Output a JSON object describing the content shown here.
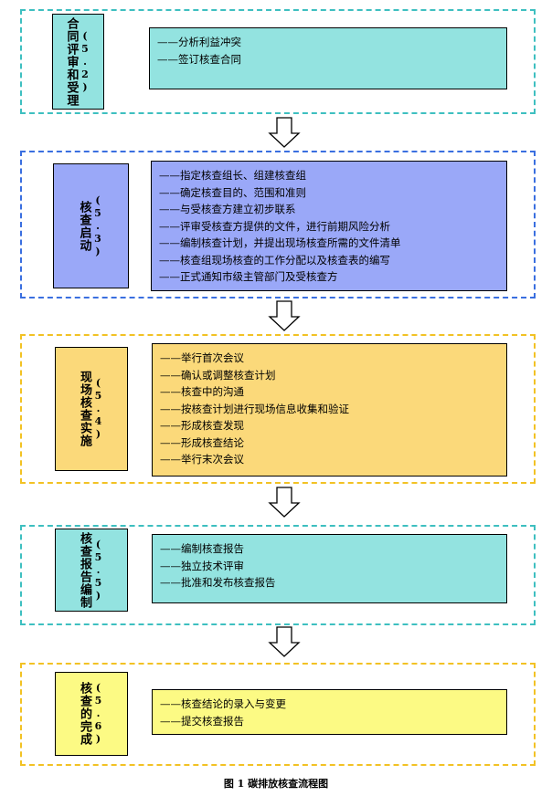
{
  "stages": [
    {
      "title": "合同评审和受理",
      "number": "(5.2)",
      "items": [
        "——分析利益冲突",
        "——签订核查合同"
      ]
    },
    {
      "title": "核查启动",
      "number": "(5.3)",
      "items": [
        "——指定核查组长、组建核查组",
        "——确定核查目的、范围和准则",
        "——与受核查方建立初步联系",
        "——评审受核查方提供的文件，进行前期风险分析",
        "——编制核查计划，并提出现场核查所需的文件清单",
        "——核查组现场核查的工作分配以及核查表的编写",
        "——正式通知市级主管部门及受核查方"
      ]
    },
    {
      "title": "现场核查实施",
      "number": "(5.4)",
      "items": [
        "——举行首次会议",
        "——确认或调整核查计划",
        "——核查中的沟通",
        "——按核查计划进行现场信息收集和验证",
        "——形成核查发现",
        "——形成核查结论",
        "——举行末次会议"
      ]
    },
    {
      "title": "核查报告编制",
      "number": "(5.5)",
      "items": [
        "——编制核查报告",
        "——独立技术评审",
        "——批准和发布核查报告"
      ]
    },
    {
      "title": "核查的完成",
      "number": "(5.6)",
      "items": [
        "——核查结论的录入与变更",
        "——提交核查报告"
      ]
    }
  ],
  "caption": "图 1  碳排放核查流程图",
  "colors": {
    "teal": "#93e3e0",
    "blue": "#9aa8f8",
    "orange": "#fbd97a",
    "yellow": "#fcfa84",
    "teal_border": "#3ebfc0",
    "blue_border": "#3a6fe0",
    "orange_border": "#f2c224",
    "yellow_border": "#f2c224"
  }
}
